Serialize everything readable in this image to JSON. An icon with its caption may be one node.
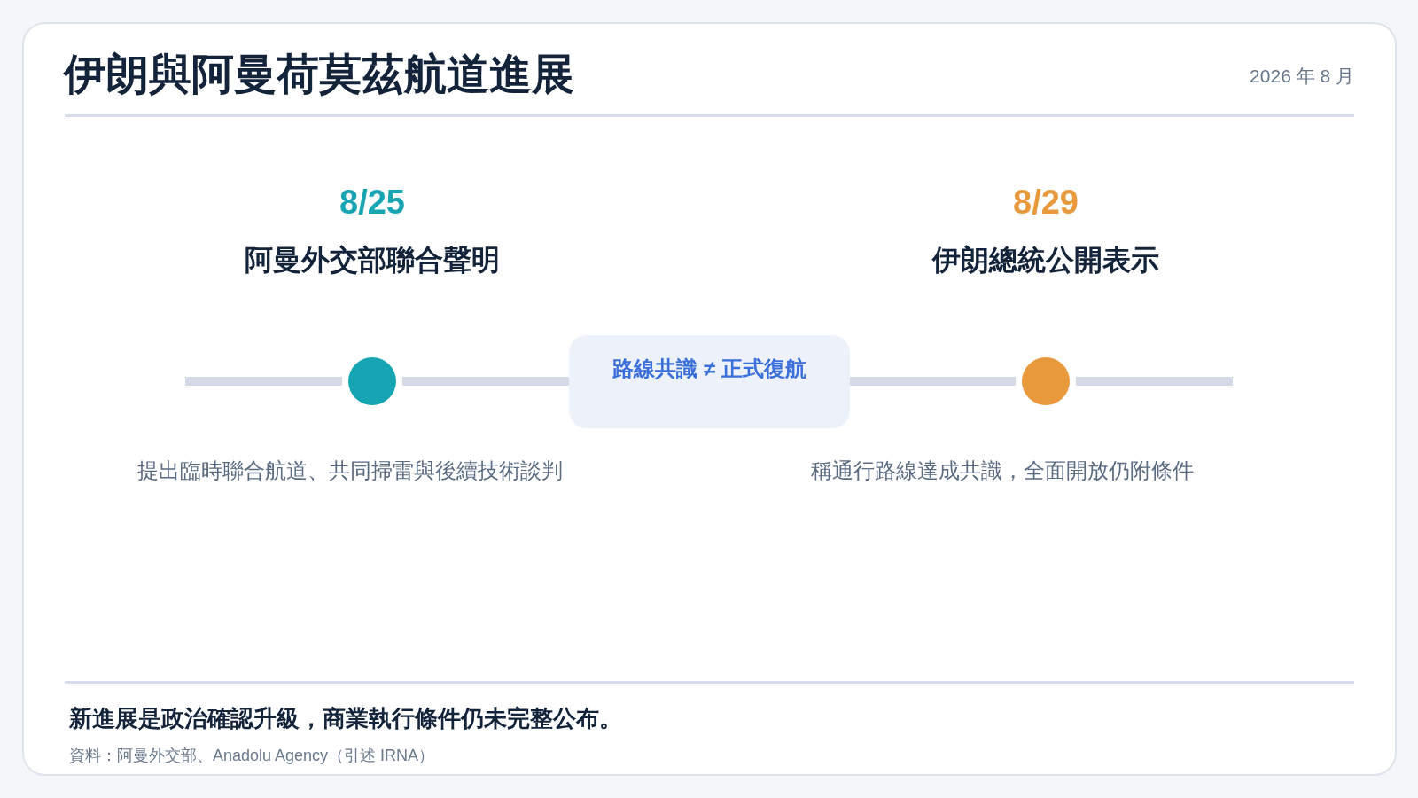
{
  "diagram": {
    "title": "伊朗與阿曼荷莫茲航道進展",
    "nodes": [
      {
        "text": [],
        "shape": "circle",
        "beside": [
          "8/25",
          "阿曼外交部聯合聲明"
        ]
      },
      {
        "text": [
          "路線共識 ≠ 正式復航"
        ]
      },
      {
        "text": [],
        "shape": "circle",
        "beside": [
          "8/29",
          "伊朗總統公開表示"
        ]
      }
    ],
    "edges": [
      {
        "from": null,
        "to": 0,
        "arrow": "none"
      },
      {
        "from": 0,
        "to": 1,
        "arrow": "none"
      },
      {
        "from": 1,
        "to": 2,
        "arrow": "none"
      },
      {
        "from": 2,
        "to": null,
        "arrow": "none"
      }
    ],
    "labels": [
      "2026 年 8 月",
      "提出臨時聯合航道、共同掃雷與後續技術談判",
      "稱通行路線達成共識，全面開放仍附條件",
      "新進展是政治確認升級，商業執行條件仍未完整公布。",
      "資料：阿曼外交部、Anadolu Agency（引述 IRNA）"
    ]
  }
}
